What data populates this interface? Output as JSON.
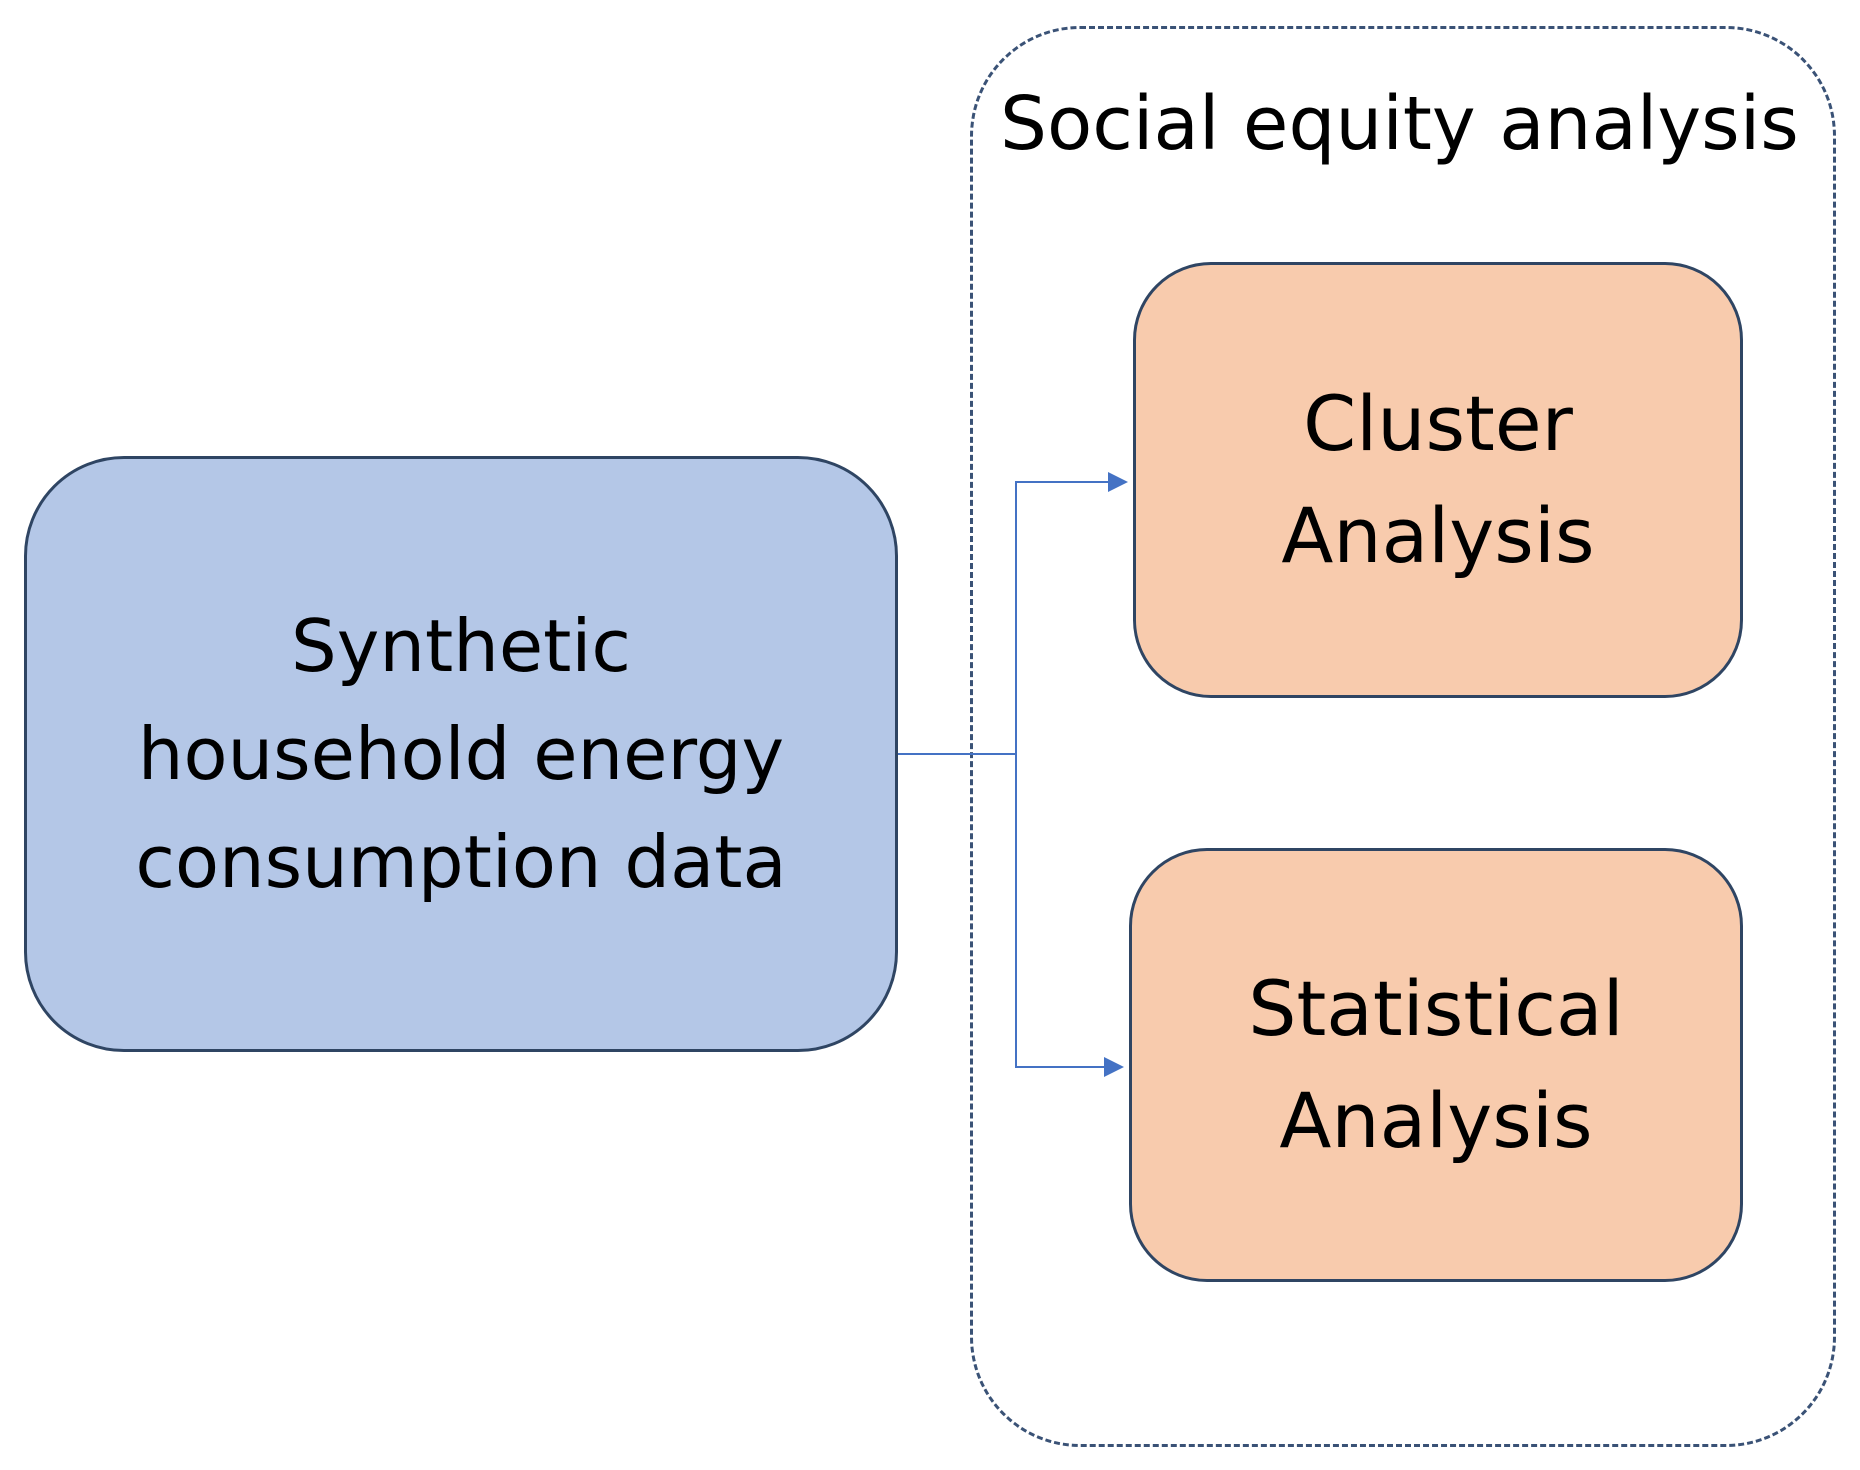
{
  "colors": {
    "source_fill": "#b4c7e7",
    "analysis_fill": "#f8cbad",
    "border": "#2f4563",
    "group_border": "#3a5276",
    "arrow": "#4472c4"
  },
  "group": {
    "title": "Social equity analysis"
  },
  "nodes": {
    "source": {
      "label": "Synthetic\nhousehold energy\nconsumption data"
    },
    "cluster": {
      "label": "Cluster\nAnalysis"
    },
    "statistical": {
      "label": "Statistical\nAnalysis"
    }
  },
  "edges": [
    {
      "from": "source",
      "to": "cluster"
    },
    {
      "from": "source",
      "to": "statistical"
    }
  ]
}
